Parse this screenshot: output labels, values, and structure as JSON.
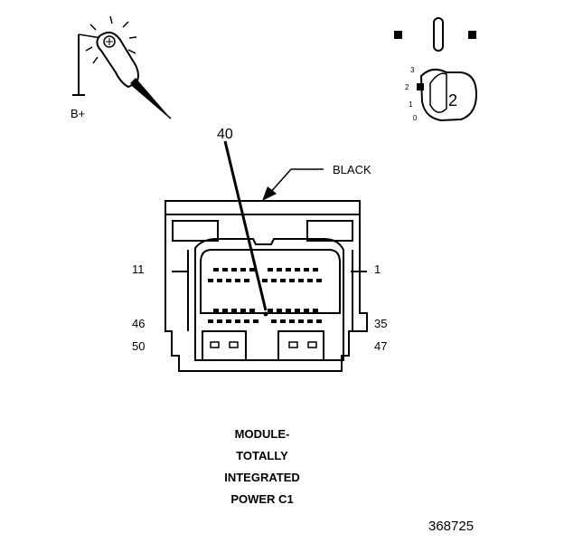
{
  "probe": {
    "label": "B+"
  },
  "ignition": {
    "positions": [
      "3",
      "2",
      "1",
      "0"
    ],
    "selected": "2"
  },
  "connector": {
    "callout_pin": "40",
    "color_label": "BLACK",
    "pin_labels": {
      "top_left": "11",
      "top_right": "1",
      "mid_left": "46",
      "mid_right": "35",
      "bottom_left": "50",
      "bottom_right": "47"
    }
  },
  "caption": {
    "line1": "MODULE-",
    "line2": "TOTALLY",
    "line3": "INTEGRATED",
    "line4": "POWER C1"
  },
  "figure_number": "368725"
}
